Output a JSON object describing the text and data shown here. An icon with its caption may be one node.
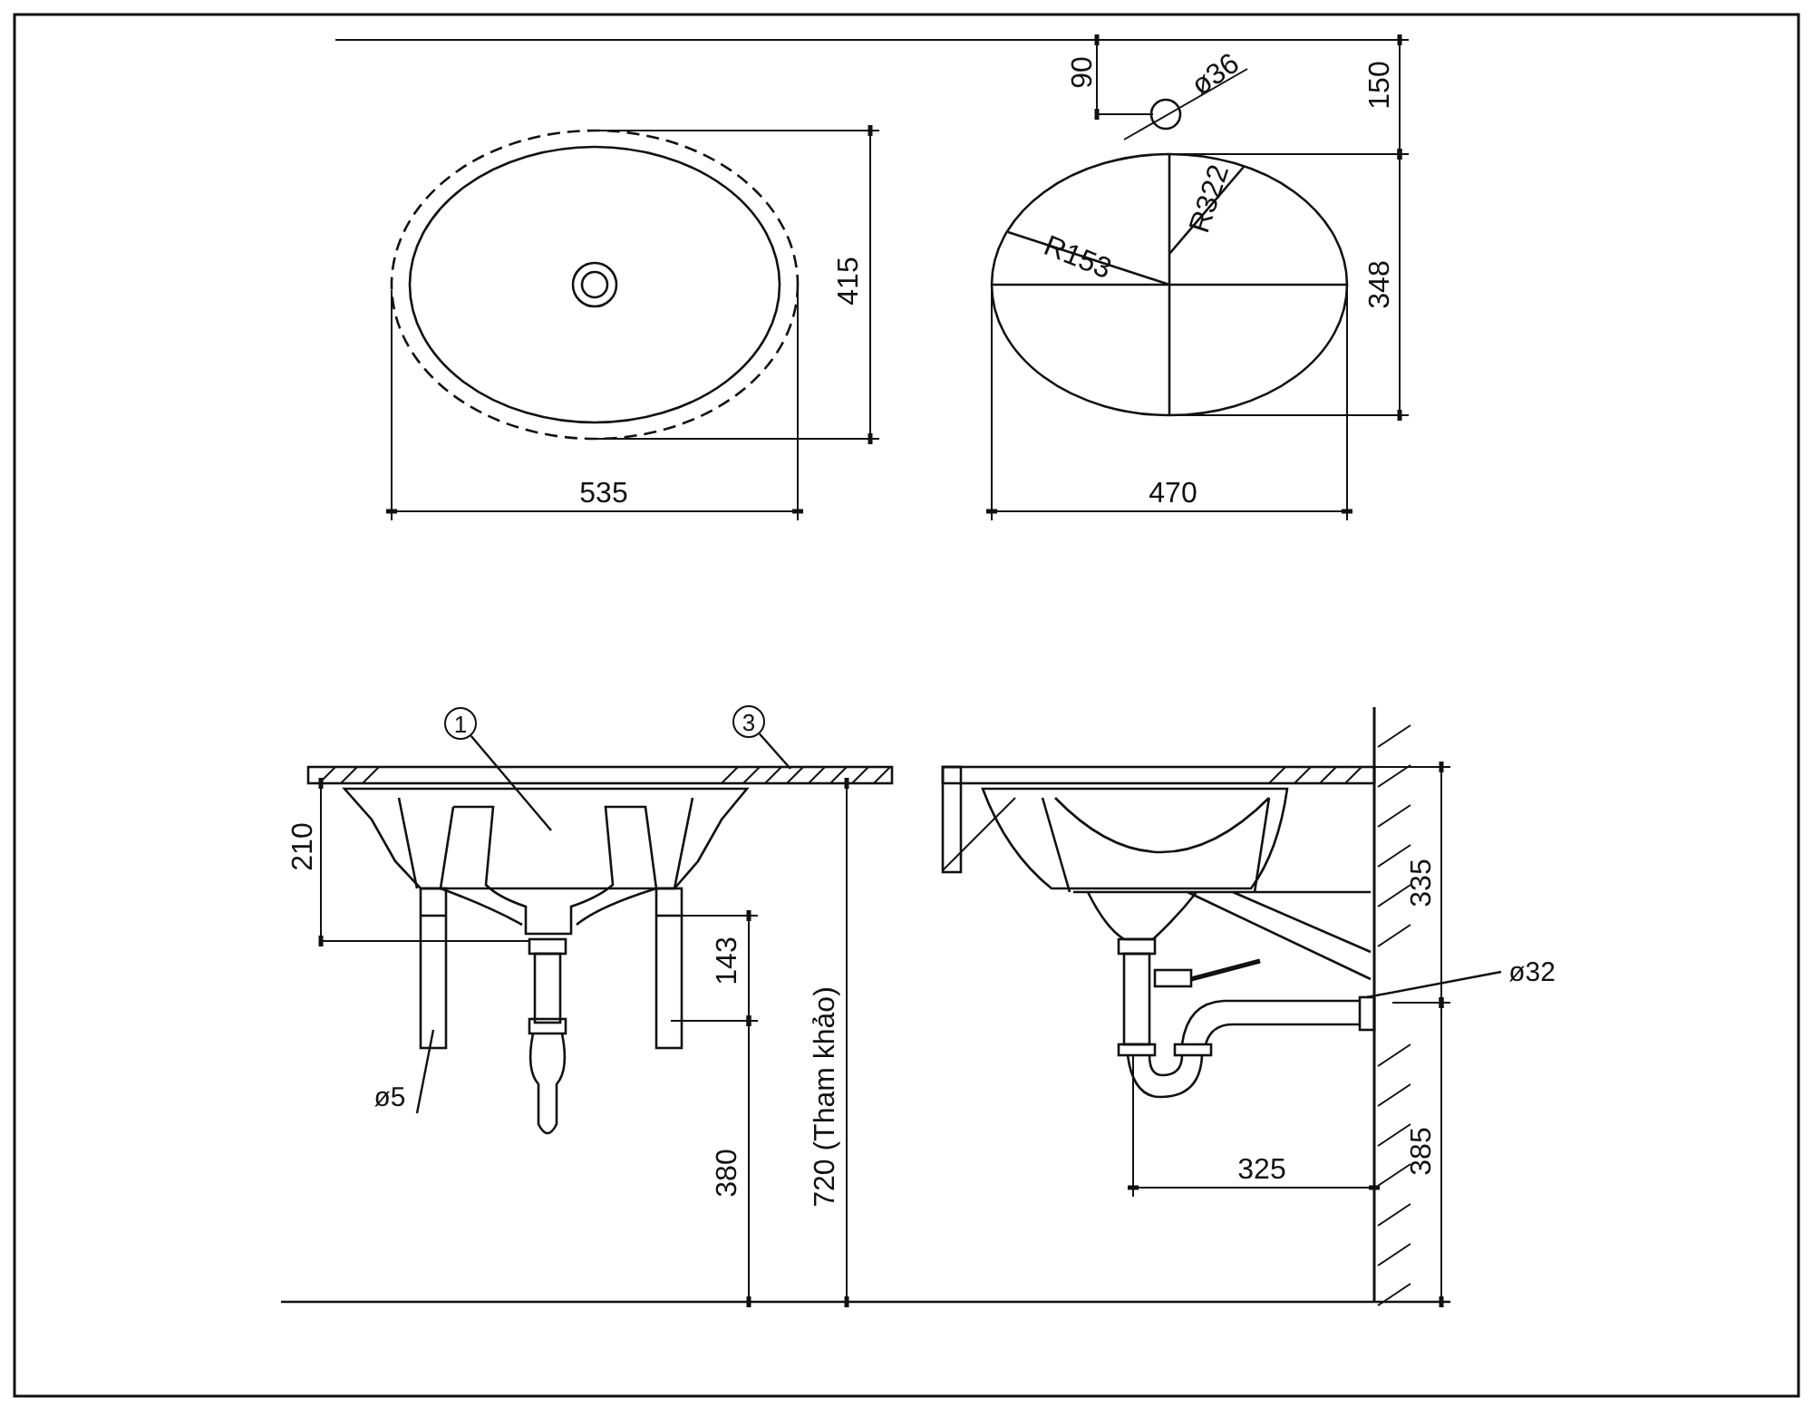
{
  "diagram": {
    "nodes": [
      {
        "text": [
          "1"
        ]
      },
      {
        "text": [
          "3"
        ]
      },
      {
        "text": [
          "ø5"
        ]
      },
      {
        "text": [
          "ø32"
        ]
      },
      {
        "text": [],
        "shape": "picture"
      },
      {
        "text": [],
        "shape": "bar"
      },
      {
        "text": [],
        "shape": "bar"
      },
      {
        "text": [],
        "shape": "picture"
      }
    ],
    "edges": [
      {
        "from": 0,
        "to": 4,
        "arrow": "none"
      },
      {
        "from": 1,
        "to": 5,
        "arrow": "none"
      },
      {
        "from": 2,
        "to": 6,
        "arrow": "none"
      },
      {
        "from": 3,
        "to": 7,
        "arrow": "none"
      }
    ],
    "labels": [
      "90",
      "ø36",
      "150",
      "R322",
      "R153",
      "415",
      "348",
      "535",
      "470",
      "210",
      "143",
      "720 (Tham khảo)",
      "380",
      "335",
      "325",
      "385"
    ]
  }
}
